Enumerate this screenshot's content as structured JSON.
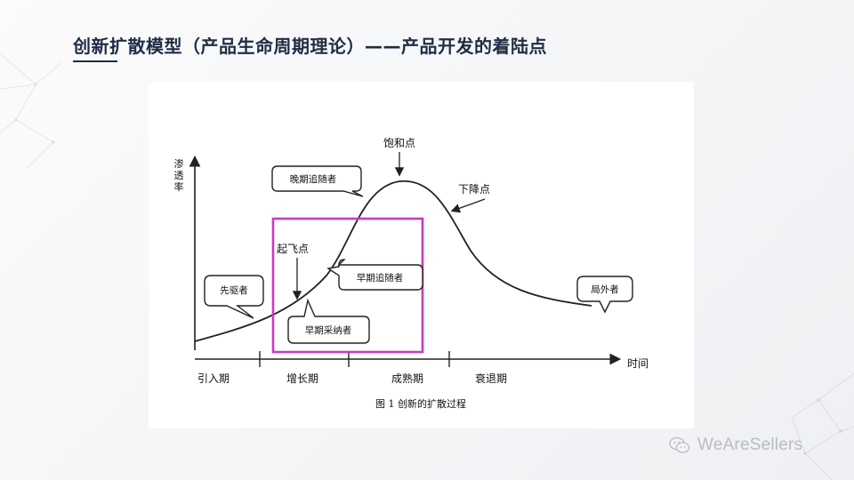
{
  "title": "创新扩散模型（产品生命周期理论）——产品开发的着陆点",
  "figure": {
    "yaxis_label": "渗透率",
    "xaxis_label": "时间",
    "points": {
      "saturation": "饱和点",
      "decline": "下降点",
      "takeoff": "起飞点"
    },
    "bubbles": {
      "late_majority": "晚期追随者",
      "innovators": "先驱者",
      "early_majority": "早期追随者",
      "early_adopters": "早期采纳者",
      "laggards": "局外者"
    },
    "phases": [
      "引入期",
      "增长期",
      "成熟期",
      "衰退期"
    ],
    "caption": "图 1   创新的扩散过程",
    "highlight_color": "#c43dbf",
    "line_color": "#222222"
  },
  "watermark": {
    "text": "WeAreSellers",
    "icon": "wechat-icon"
  },
  "colors": {
    "title": "#1e2d44",
    "background": "#f4f5f7",
    "watermark": "#b9bcc2"
  }
}
